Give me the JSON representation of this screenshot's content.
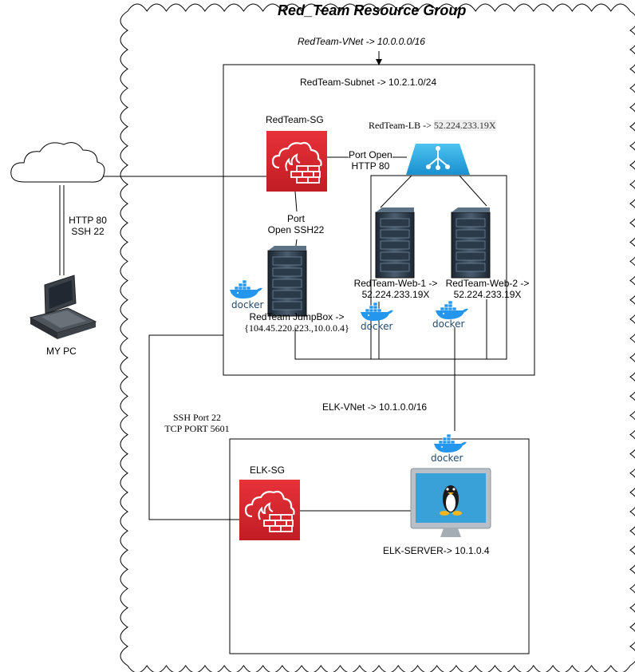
{
  "title": "Red_Team Resource Group",
  "vnet_label": "RedTeam-VNet -> 10.0.0.0/16",
  "subnet_label": "RedTeam-Subnet -> 10.2.1.0/24",
  "sg_label": "RedTeam-SG",
  "lb_label": {
    "name": "RedTeam-LB -> ",
    "ip": "52.224.233.19X"
  },
  "port_open_http": [
    "Port Open",
    "HTTP 80"
  ],
  "port_open_ssh": [
    "Port",
    "Open SSH22"
  ],
  "web1_label": [
    "RedTeam-Web-1 ->",
    "52.224.233.19X"
  ],
  "web2_label": [
    "RedTeam-Web-2 ->",
    "52.224.233.19X"
  ],
  "jumpbox_label": [
    "RedTeam JumpBox ->",
    "{104.45.220.223.,10.0.0.4}"
  ],
  "pc_ports": [
    "HTTP 80",
    "SSH 22"
  ],
  "pc_label": "MY PC",
  "elk_vnet_label": "ELK-VNet -> 10.1.0.0/16",
  "elk_ports": [
    "SSH Port 22",
    "TCP PORT 5601"
  ],
  "elk_sg_label": "ELK-SG",
  "elk_server_label": "ELK-SERVER-> 10.1.0.4",
  "docker_text": "docker",
  "colors": {
    "security_group": "#d7252e",
    "load_balancer": "#27a9e1",
    "server": "#2c3e50",
    "monitor": "#b8bfc6",
    "screen": "#3aa0d8",
    "docker": "#2496ed"
  },
  "icons": [
    "cloud-icon",
    "firewall-icon",
    "load-balancer-icon",
    "server-icon",
    "docker-icon",
    "computer-icon",
    "linux-monitor-icon"
  ]
}
